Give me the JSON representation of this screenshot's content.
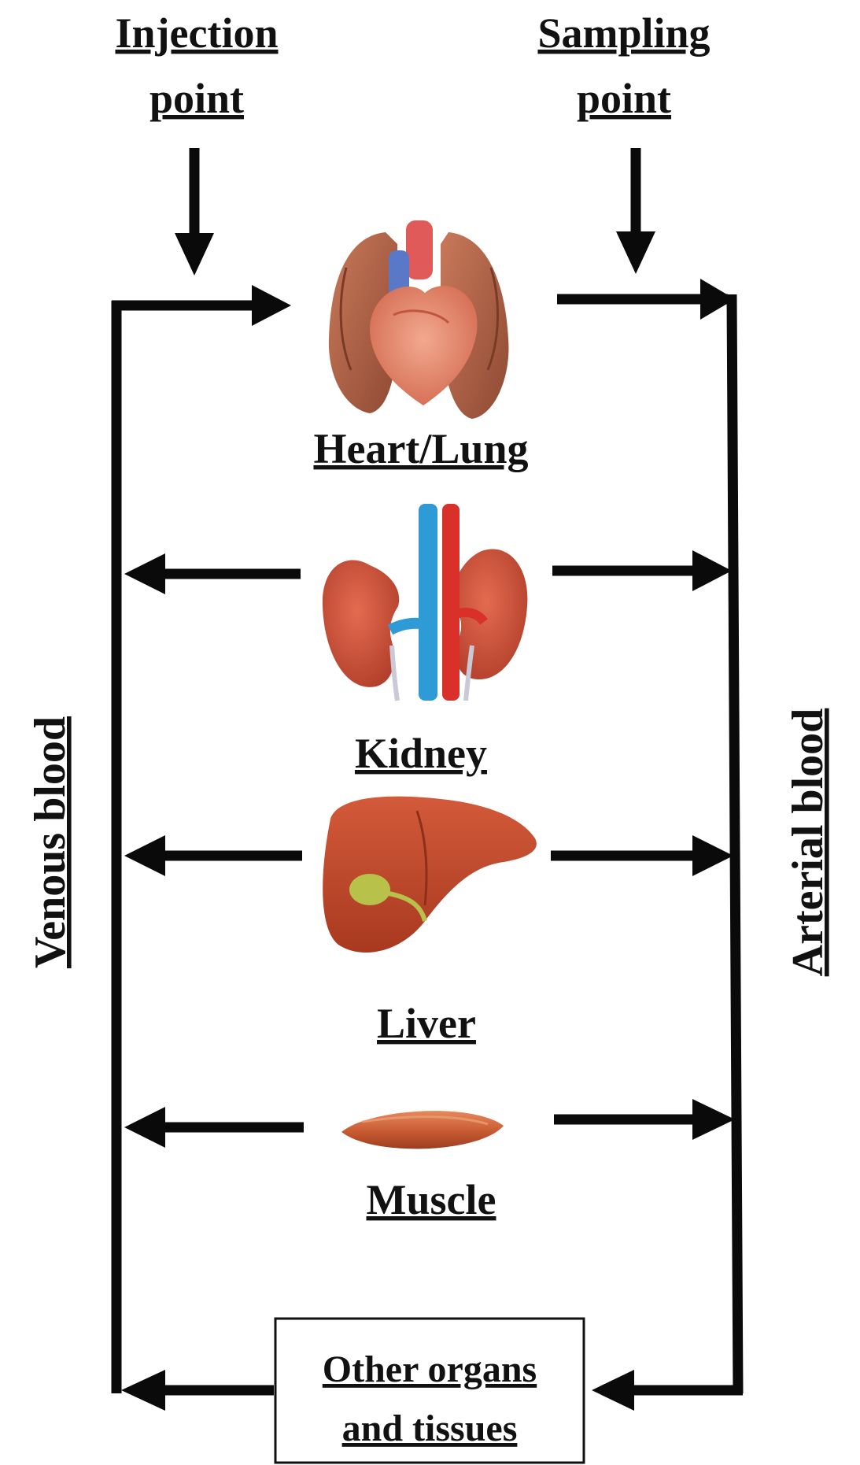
{
  "labels": {
    "injection_line1": "Injection",
    "injection_line2": "point",
    "sampling_line1": "Sampling",
    "sampling_line2": "point",
    "venous": "Venous blood",
    "arterial": "Arterial blood",
    "other_line1": "Other organs",
    "other_line2": "and  tissues"
  },
  "organs": [
    {
      "id": "heart-lung",
      "label": "Heart/Lung",
      "icon": "heart-lung-icon"
    },
    {
      "id": "kidney",
      "label": "Kidney",
      "icon": "kidney-icon"
    },
    {
      "id": "liver",
      "label": "Liver",
      "icon": "liver-icon"
    },
    {
      "id": "muscle",
      "label": "Muscle",
      "icon": "muscle-icon"
    }
  ],
  "colors": {
    "arrow": "#0a0a0a",
    "organ_tissue": "#b5532d",
    "vein": "#2e9bd6",
    "artery": "#d9302a",
    "gallbladder": "#b8c24a",
    "spellcheck_underline": "#d83a3a"
  }
}
